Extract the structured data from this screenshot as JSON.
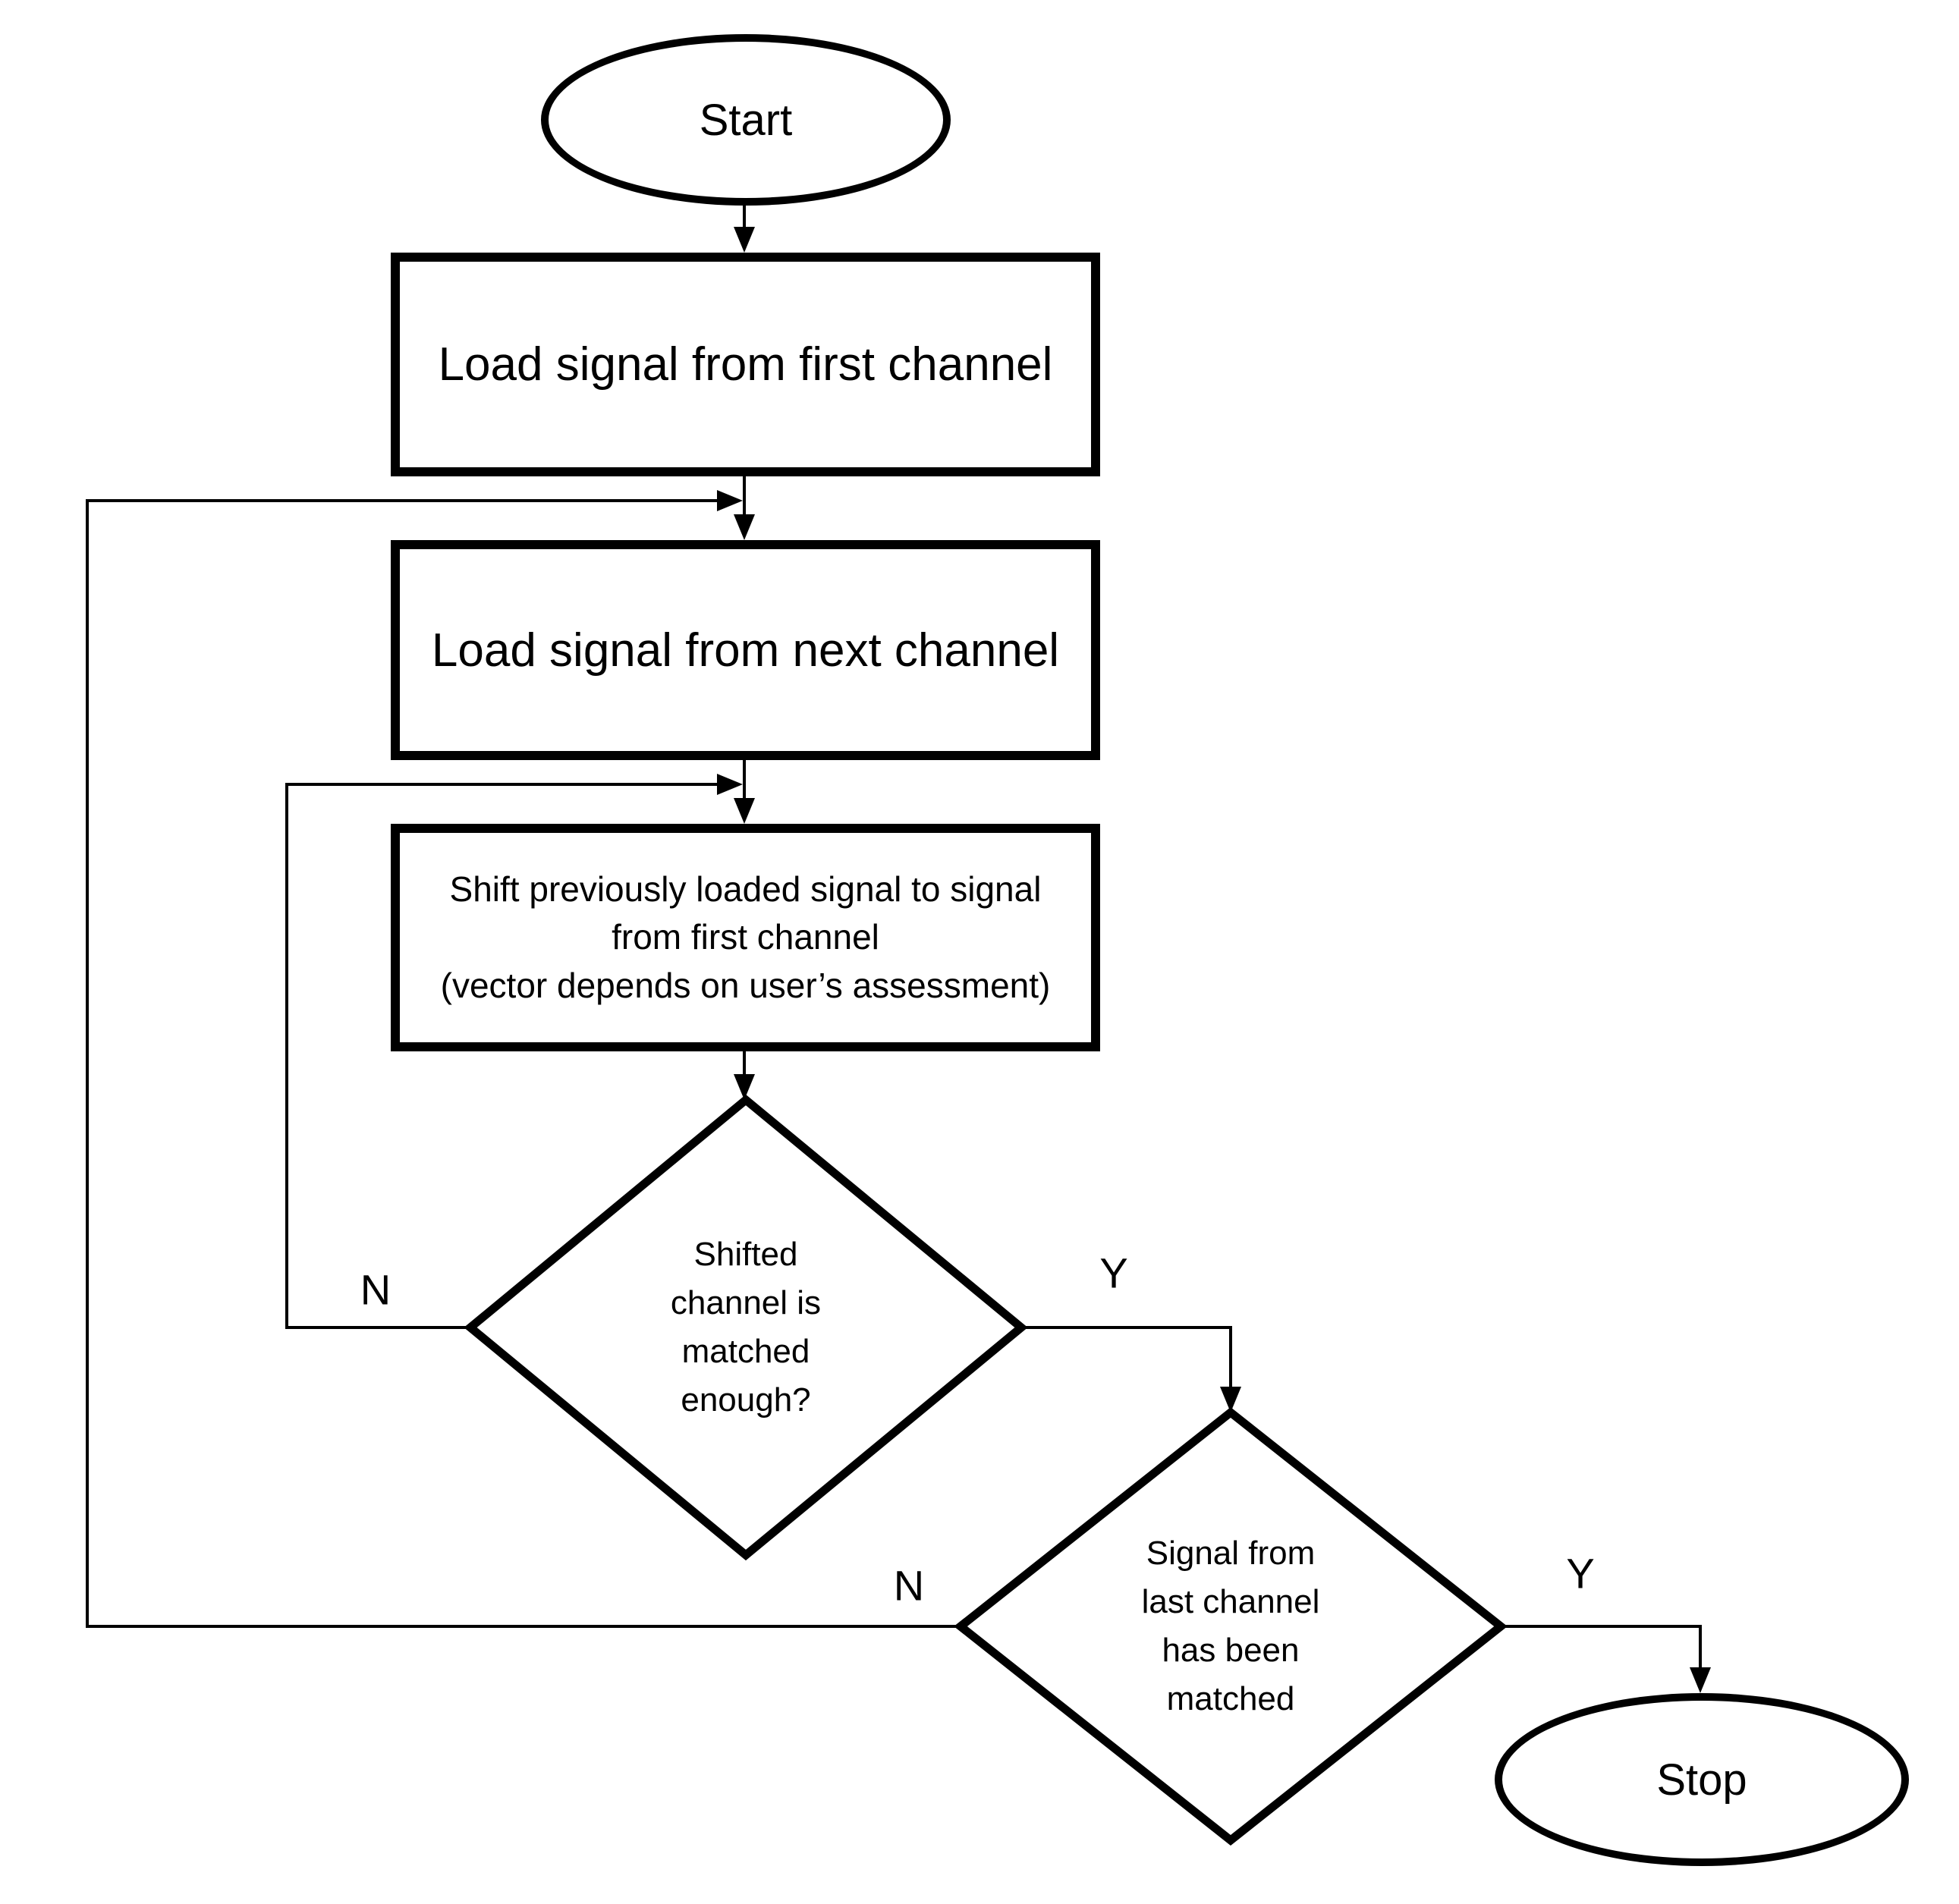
{
  "diagram": {
    "background": "#ffffff",
    "stroke_color": "#000000",
    "nodes": {
      "start": {
        "label": "Start"
      },
      "load_first": {
        "label": "Load signal from first channel"
      },
      "load_next": {
        "label": "Load signal from next channel"
      },
      "shift": {
        "label": "Shift previously loaded signal to signal\nfrom first channel\n(vector depends on user’s assessment)"
      },
      "matched_enough": {
        "label": "Shifted\nchannel is\nmatched\nenough?"
      },
      "last_channel": {
        "label": "Signal from\nlast channel\nhas been\nmatched"
      },
      "stop": {
        "label": "Stop"
      }
    },
    "edge_labels": {
      "matched_enough_no": "N",
      "matched_enough_yes": "Y",
      "last_channel_no": "N",
      "last_channel_yes": "Y"
    }
  }
}
